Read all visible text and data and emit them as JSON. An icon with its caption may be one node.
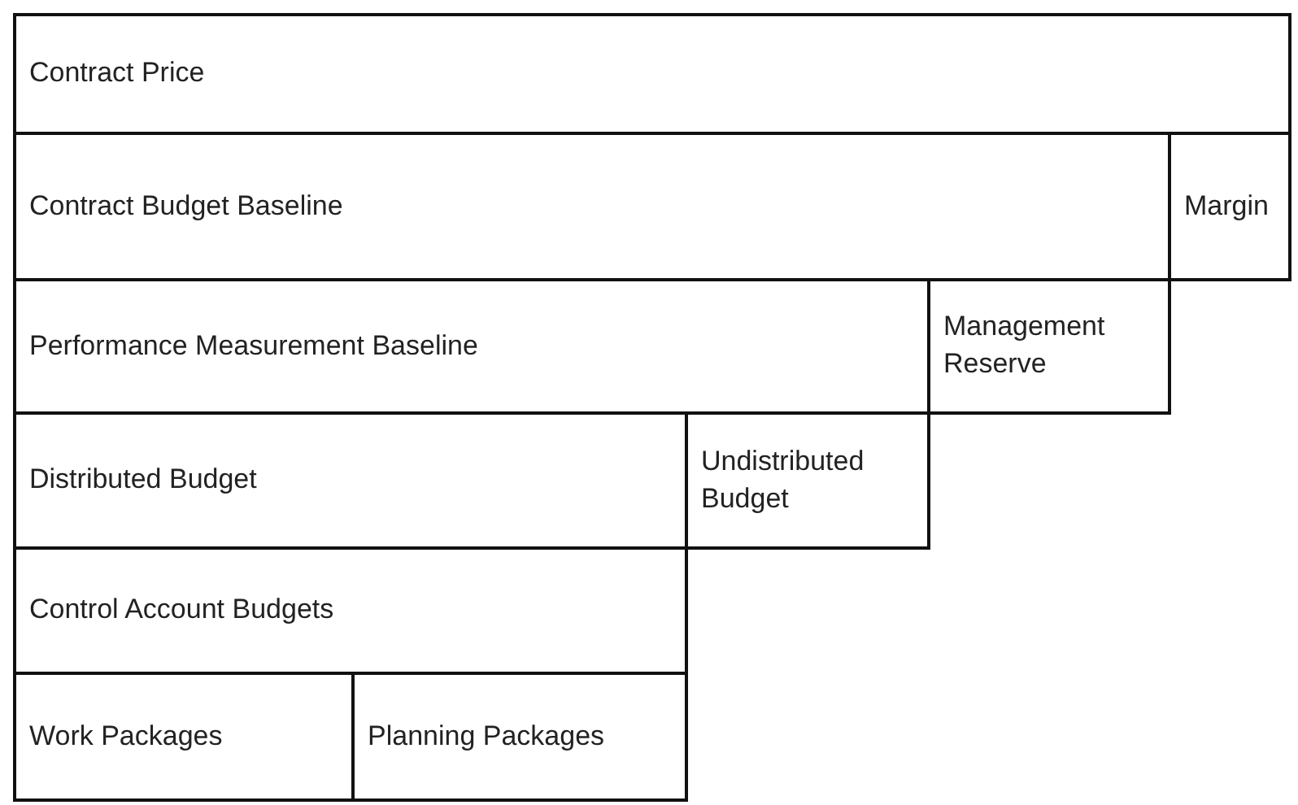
{
  "diagram": {
    "nodes": [
      {
        "text": [
          "Contract Price"
        ]
      },
      {
        "text": [
          "Contract Budget Baseline"
        ]
      },
      {
        "text": [
          "Margin"
        ]
      },
      {
        "text": [
          "Performance Measurement Baseline"
        ]
      },
      {
        "text": [
          "Management Reserve"
        ]
      },
      {
        "text": [
          "Distributed Budget"
        ]
      },
      {
        "text": [
          "Undistributed Budget"
        ]
      },
      {
        "text": [
          "Control Account Budgets"
        ]
      },
      {
        "text": [
          "Work Packages"
        ]
      },
      {
        "text": [
          "Planning Packages"
        ]
      }
    ]
  }
}
